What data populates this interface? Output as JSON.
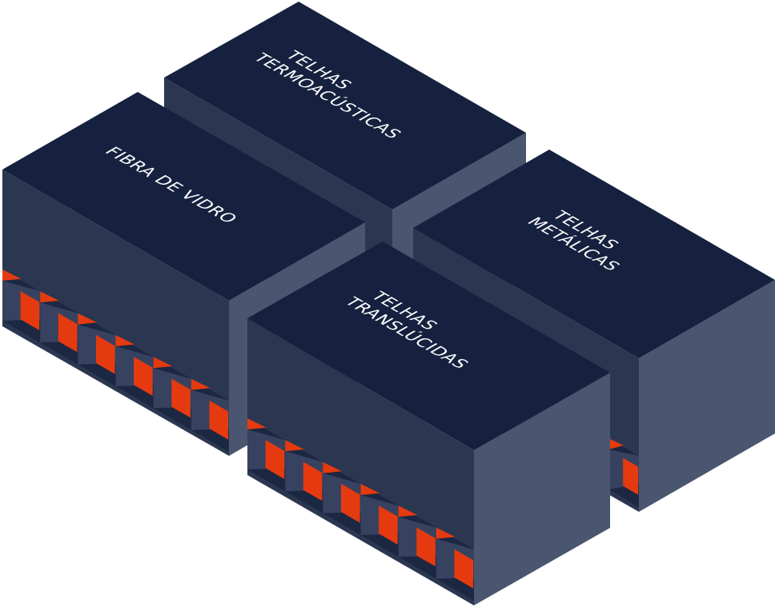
{
  "colors": {
    "top": "#15213f",
    "left": "#2b3650",
    "right": "#4a5570",
    "stripe_dark": "#1c2742",
    "stripe_mid": "#364260",
    "accent": "#e53a10",
    "text": "#ffffff"
  },
  "boxes": {
    "termoacusticas": {
      "line1": "TELHAS",
      "line2": "TERMOACÚSTICAS"
    },
    "fibra": {
      "line1": "FIBRA DE VIDRO"
    },
    "metalicas": {
      "line1": "TELHAS",
      "line2": "METÁLICAS"
    },
    "translucidas": {
      "line1": "TELHAS",
      "line2": "TRANSLÚCIDAS"
    }
  }
}
